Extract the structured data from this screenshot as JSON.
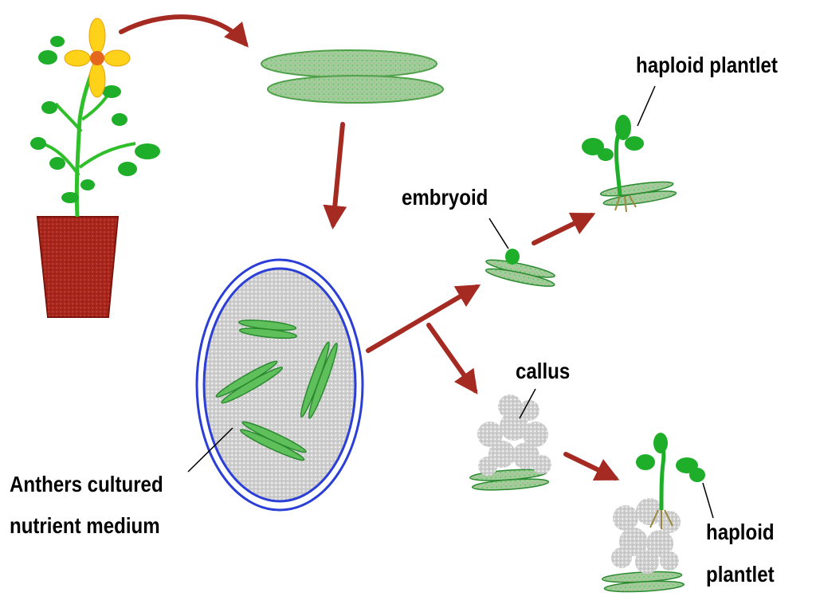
{
  "labels": {
    "haploid_plantlet_top": "haploid plantlet",
    "embryoid": "embryoid",
    "callus": "callus",
    "anthers_line1": "Anthers cultured",
    "anthers_line2": "nutrient medium",
    "haploid_plantlet_bottom_line1": "haploid",
    "haploid_plantlet_bottom_line2": "plantlet"
  },
  "colors": {
    "arrow": "#a52a21",
    "leaf_green": "#1fae2a",
    "dark_green": "#0f7a1e",
    "anther_fill": "#8fc98a",
    "pot": "#a8261c",
    "petal": "#ffd21a",
    "petal_center": "#e5671e",
    "dish_ring": "#2b3fd6",
    "medium": "#c8c8c8",
    "callus": "#c9c9c9"
  }
}
